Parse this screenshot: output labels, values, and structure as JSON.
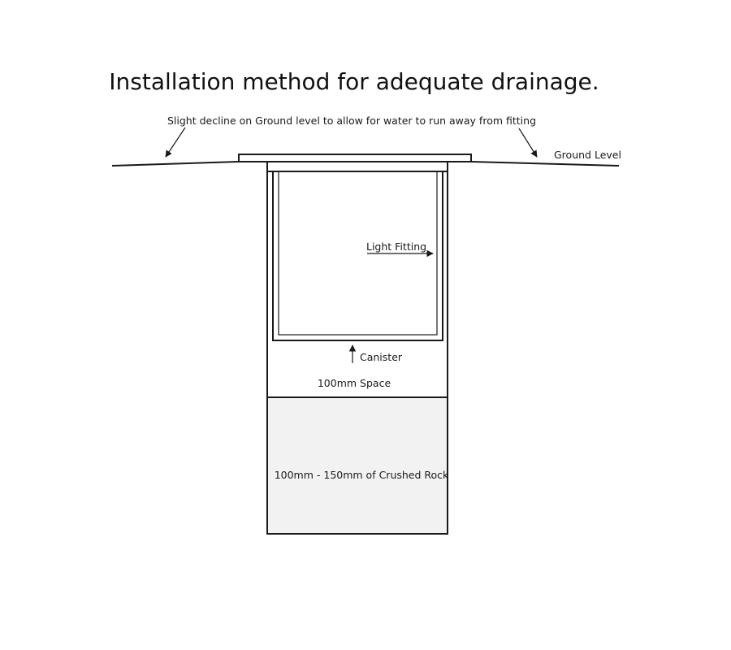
{
  "title": "Installation method for adequate drainage.",
  "labels": {
    "slight_decline": "Slight decline on Ground level to allow for water to run away from fitting",
    "ground_level": "Ground Level",
    "light_fitting": "Light Fitting",
    "canister": "Canister",
    "space": "100mm Space",
    "crushed_rock": "100mm - 150mm of Crushed Rock"
  },
  "colors": {
    "line": "#1a1a1a",
    "rock_fill": "#f2f2f2",
    "background": "#ffffff"
  }
}
